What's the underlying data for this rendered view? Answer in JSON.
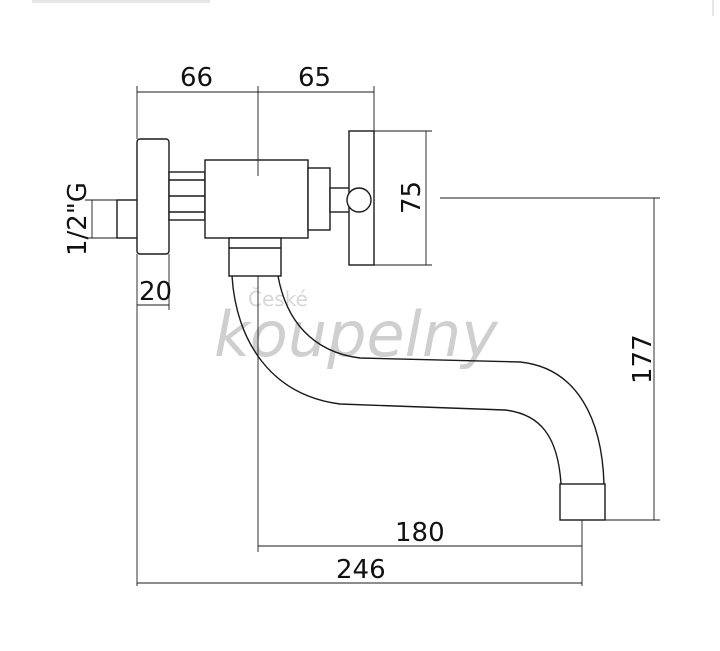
{
  "watermark": {
    "line1": "České",
    "line2": "koupelny"
  },
  "dimensions": {
    "width_body": "66",
    "width_handle": "65",
    "handle_height": "75",
    "thread": "1/2\"G",
    "flange": "20",
    "spout_height": "177",
    "spout_reach": "180",
    "overall_length": "246"
  }
}
